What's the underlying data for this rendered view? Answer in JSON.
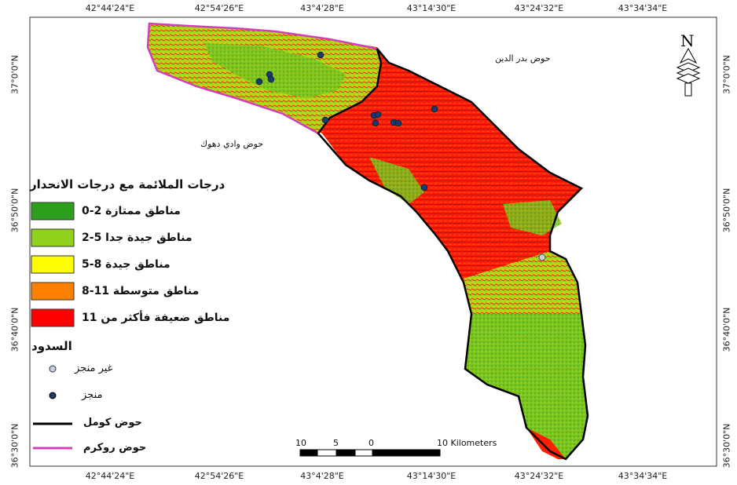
{
  "map": {
    "top_ticks": [
      "42°44'24\"E",
      "42°54'26\"E",
      "43°4'28\"E",
      "43°14'30\"E",
      "43°24'32\"E",
      "43°34'34\"E"
    ],
    "bottom_ticks": [
      "42°44'24\"E",
      "42°54'26\"E",
      "43°4'28\"E",
      "43°14'30\"E",
      "43°24'32\"E",
      "43°34'34\"E"
    ],
    "left_ticks": [
      "37°0'0\"N",
      "36°50'0\"N",
      "36°40'0\"N",
      "36°30'0\"N"
    ],
    "right_ticks": [
      "37°0'0\"N",
      "36°50'0\"N",
      "36°40'0\"N",
      "36°30'0\"N"
    ],
    "north_arrow": "N",
    "region_labels": {
      "badr_basin": "حوض بدر الدين",
      "duhok_basin": "حوض وادي دهوك"
    },
    "colors": {
      "excellent": "#2e9e1e",
      "very_good": "#8fd11c",
      "good": "#ffff00",
      "moderate": "#ff8000",
      "weak": "#ff0000",
      "komel_boundary": "#000000",
      "rokrem_boundary": "#d23fb8",
      "dam_built": "#1a3a6e",
      "dam_not_built": "#c8cde8"
    }
  },
  "legend": {
    "title": "درجات الملائمة مع درجات الانحدار",
    "classes": [
      {
        "label": "مناطق ممتازة 2-0",
        "color": "#2e9e1e"
      },
      {
        "label": "مناطق جيدة جدا 5-2",
        "color": "#8fd11c"
      },
      {
        "label": "مناطق جيدة 8-5",
        "color": "#ffff00"
      },
      {
        "label": "مناطق متوسطة 11-8",
        "color": "#ff8000"
      },
      {
        "label": "مناطق ضعيفة فأكثر من 11",
        "color": "#ff0000"
      }
    ],
    "dams_title": "السدود",
    "not_built": "غير منجز",
    "built": "منجز",
    "komel_basin": "حوض كومل",
    "rokrem_basin": "حوض روكرم"
  },
  "scale_bar": {
    "labels": [
      "10",
      "5",
      "0",
      "10 Kilometers"
    ]
  }
}
